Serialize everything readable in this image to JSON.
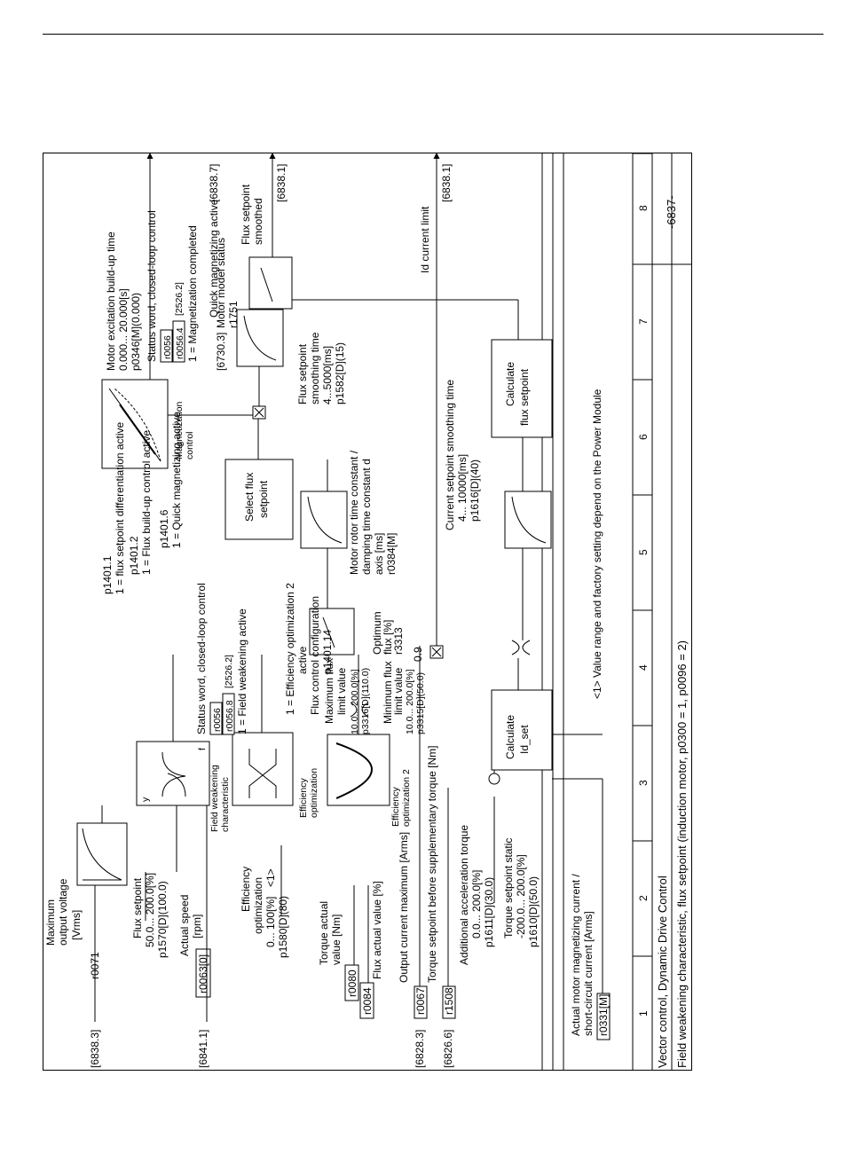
{
  "sheet": {
    "title_line1": "Vector control, Dynamic Drive Control",
    "title_line2": "Field weakening characteristic, flux setpoint (induction motor, p0300 = 1, p0096 = 2)",
    "sheet_number": "-6837-",
    "columns": [
      "1",
      "2",
      "3",
      "4",
      "5",
      "6",
      "7",
      "8"
    ]
  },
  "inputs": {
    "max_voltage": {
      "ref": "[6838.3]",
      "l1": "Maximum",
      "l2": "output voltage",
      "l3": "[Vrms]",
      "param": "r0071"
    },
    "flux_setpoint": {
      "l1": "Flux setpoint",
      "l2": "50.0... 200.0[%]",
      "l3": "p1570[D](100.0)"
    },
    "actual_speed": {
      "ref": "[6841.1]",
      "l1": "Actual speed",
      "l2": "[rpm]",
      "param": "r0063[0]"
    },
    "eff_opt": {
      "l1": "Efficiency",
      "l2": "optimization",
      "note": "<1>",
      "l3": "0... 100[%]",
      "l4": "p1580[D](80)"
    },
    "torque_actual": {
      "l1": "Torque actual",
      "l2": "value [Nm]",
      "param": "r0080"
    },
    "flux_actual": {
      "param": "r0084",
      "label": "Flux actual value [%]"
    },
    "output_current_max": {
      "ref": "[6828.3]",
      "param": "r0067",
      "label": "Output current maximum [Arms]"
    },
    "torque_before_supp": {
      "ref": "[6826.6]",
      "param": "r1508",
      "label": "Torque setpoint before supplementary torque [Nm]"
    },
    "accel_torque": {
      "l1": "Additional acceleration torque",
      "l2": "0.0... 200.0[%]",
      "l3": "p1611[D](30.0)"
    },
    "torque_static": {
      "l1": "Torque setpoint static",
      "l2": "-200.0... 200.0[%]",
      "l3": "p1610[D](50.0)"
    },
    "mag_current": {
      "l1": "Actual motor magnetizing current /",
      "l2": "short-circuit current [Arms]",
      "param": "r0331[M]"
    }
  },
  "blocks": {
    "fw_char": {
      "l1": "Field weakening",
      "l2": "characteristic",
      "y": "y",
      "f": "f"
    },
    "eff_opt_block": {
      "l1": "Efficiency",
      "l2": "optimization"
    },
    "eff_opt2_block": {
      "l1": "Efficiency",
      "l2": "optimization 2"
    },
    "select_flux": {
      "l1": "Select flux",
      "l2": "setpoint"
    },
    "mag_control": {
      "l1": "Magnetization",
      "l2": "control"
    },
    "calc_idset": {
      "l1": "Calculate",
      "l2": "Id_set"
    },
    "calc_flux": {
      "l1": "Calculate",
      "l2": "flux setpoint"
    }
  },
  "params": {
    "status_word_2526": {
      "l1": "Status word, closed-loop control",
      "p1": "r0056",
      "p2": "r0056.8",
      "ref": "[2526.2]",
      "l2": "1 = Field weakening active"
    },
    "eff_opt2_active": {
      "l1": "1 = Efficiency optimization 2",
      "l2": "active",
      "l3": "Flux control configuration",
      "l4": "p1401.14"
    },
    "max_flux_limit": {
      "l1": "Maximum flux",
      "l2": "limit value",
      "l3": "10.0... 200.0[%]",
      "l4": "p3316[D](110.0)"
    },
    "min_flux_limit": {
      "l1": "Minimum flux",
      "l2": "limit value",
      "l3": "10.0... 200.0[%]",
      "l4": "p3315[D](50.0)"
    },
    "optimum_flux": {
      "l1": "Optimum",
      "l2": "flux [%]",
      "l3": "r3313"
    },
    "p1401_1": {
      "p": "p1401.1",
      "l": "1 = flux setpoint differentiation active"
    },
    "p1401_2": {
      "p": "p1401.2",
      "l": "1 = Flux build-up control active"
    },
    "p1401_6": {
      "p": "p1401.6",
      "l": "1 = Quick magnetizing active"
    },
    "motor_exc": {
      "l1": "Motor excitation build-up time",
      "l2": "0.000... 20.000[s]",
      "l3": "p0346[M](0.000)"
    },
    "status_word_2526b": {
      "l1": "Status word, closed-loop control",
      "p1": "r0056",
      "p2": "r0056.4",
      "ref": "[2526.2]",
      "l2": "1 = Magnetization completed"
    },
    "quick_mag": {
      "l": "Quick magnetizing active",
      "ref": "[6838.7]"
    },
    "rotor_time": {
      "l1": "Motor rotor time constant /",
      "l2": "damping time constant d",
      "l3": "axis [ms]",
      "l4": "r0384[M]"
    },
    "flux_smooth": {
      "l1": "Flux setpoint",
      "l2": "smoothing time",
      "l3": "4...5000[ms]",
      "l4": "p1582[D](15)"
    },
    "motor_model": {
      "ref": "[6730.3]",
      "l": "Motor model status",
      "p": "r1751"
    },
    "flux_smoothed": {
      "l1": "Flux setpoint",
      "l2": "smoothed",
      "ref": "[6838.1]"
    },
    "current_smooth": {
      "l1": "Current setpoint smoothing time",
      "l2": "4... 10000[ms]",
      "l3": "p1616[D](40)"
    },
    "id_limit": {
      "l": "Id current limit",
      "ref": "[6838.1]"
    },
    "factor": "0.9",
    "footnote": "<1> Value range and factory setting depend on the Power Module"
  }
}
